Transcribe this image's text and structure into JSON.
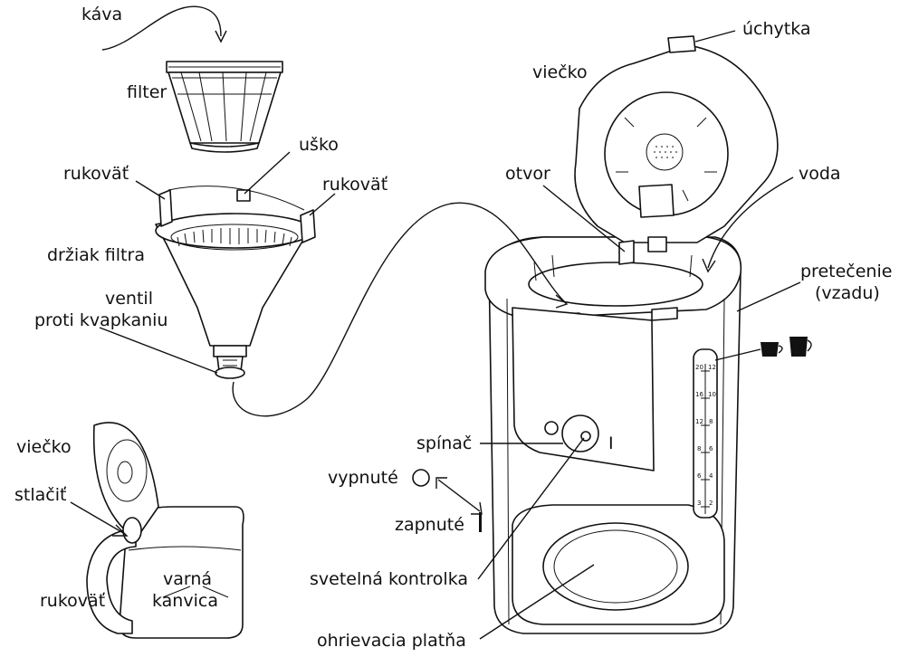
{
  "labels": {
    "kava": "káva",
    "filter": "filter",
    "usko": "uško",
    "rukovat_left": "rukoväť",
    "rukovat_right": "rukoväť",
    "drziak": "držiak filtra",
    "ventil_1": "ventil",
    "ventil_2": "proti kvapkaniu",
    "vecko_pot": "viečko",
    "stlacit": "stlačiť",
    "rukovat_pot": "rukoväť",
    "varna_1": "varná",
    "varna_2": "kanvica",
    "vecko_top": "viečko",
    "uchytka": "úchytka",
    "otvor": "otvor",
    "voda": "voda",
    "pretecenie_1": "pretečenie",
    "pretecenie_2": "(vzadu)",
    "spinac": "spínač",
    "vypnute": "vypnuté",
    "zapnute": "zapnuté",
    "kontrolka": "svetelná kontrolka",
    "platna": "ohrievacia platňa"
  },
  "symbols": {
    "switch_on_mark": "I"
  },
  "scale_marks": {
    "left": [
      "20",
      "16",
      "12",
      "8",
      "6",
      "3"
    ],
    "right": [
      "12",
      "10",
      "8",
      "6",
      "4",
      "2"
    ]
  },
  "colors": {
    "ink": "#111111",
    "paper": "#ffffff"
  }
}
